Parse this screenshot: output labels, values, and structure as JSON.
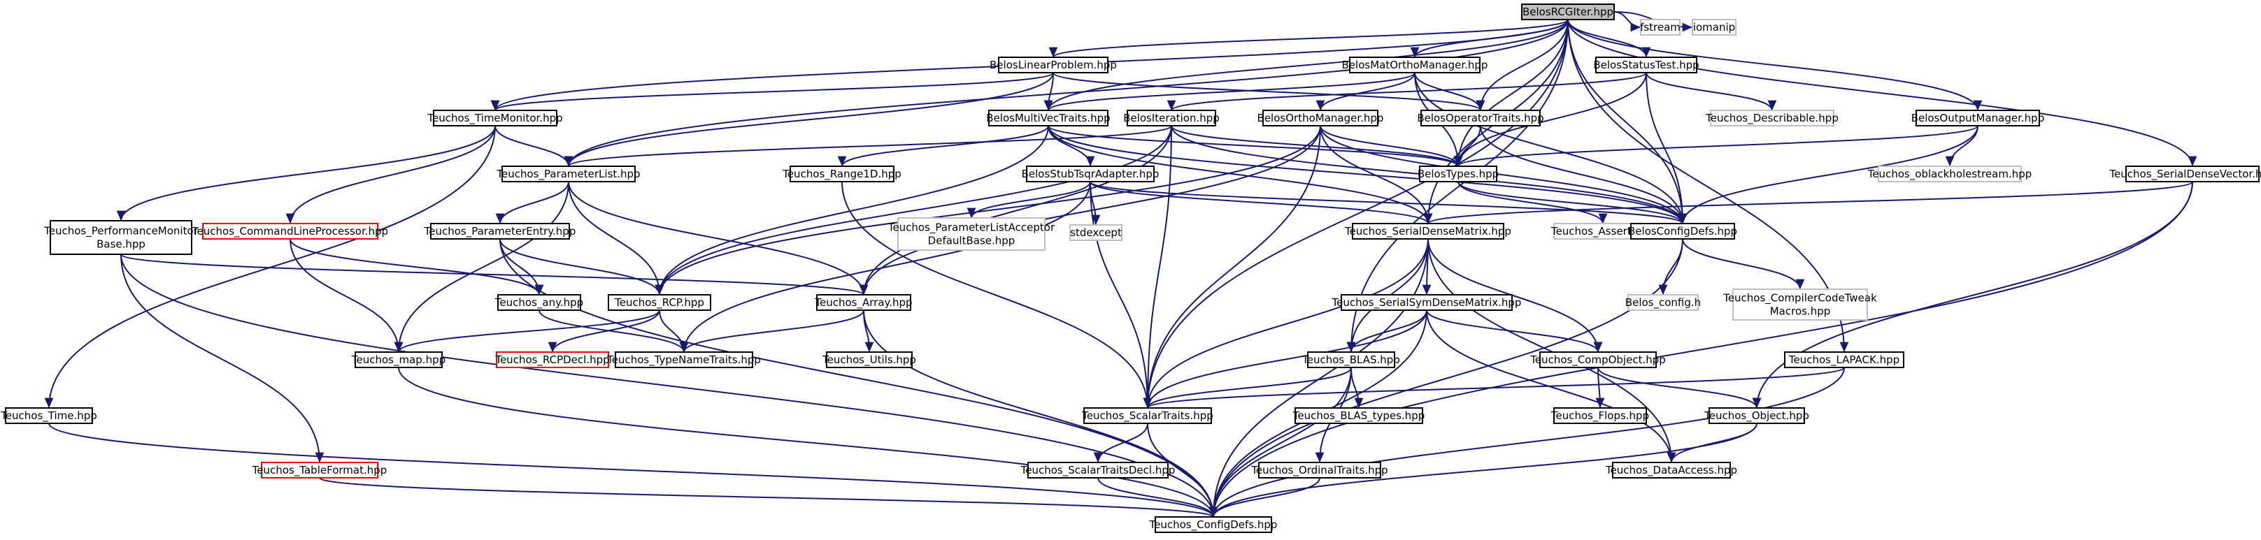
{
  "graph": {
    "title": "",
    "root": "BelosRCGIter.hpp",
    "colors": {
      "edge": "#191970",
      "node_border": "#000000",
      "node_fill": "#ffffff",
      "root_fill": "#bfbfbf",
      "external_border": "#bfbfbf",
      "missing_border": "#ff0000",
      "text": "#000000"
    },
    "nodes": [
      {
        "id": "root",
        "lines": [
          "BelosRCGIter.hpp"
        ],
        "kind": "root"
      },
      {
        "id": "fstream",
        "lines": [
          "fstream"
        ],
        "kind": "external"
      },
      {
        "id": "iomanip",
        "lines": [
          "iomanip"
        ],
        "kind": "external"
      },
      {
        "id": "linprob",
        "lines": [
          "BelosLinearProblem.hpp"
        ],
        "kind": "normal"
      },
      {
        "id": "matortho",
        "lines": [
          "BelosMatOrthoManager.hpp"
        ],
        "kind": "normal"
      },
      {
        "id": "statustest",
        "lines": [
          "BelosStatusTest.hpp"
        ],
        "kind": "normal"
      },
      {
        "id": "timemon",
        "lines": [
          "Teuchos_TimeMonitor.hpp"
        ],
        "kind": "normal"
      },
      {
        "id": "multivec",
        "lines": [
          "BelosMultiVecTraits.hpp"
        ],
        "kind": "normal"
      },
      {
        "id": "iteration",
        "lines": [
          "BelosIteration.hpp"
        ],
        "kind": "normal"
      },
      {
        "id": "orthomgr",
        "lines": [
          "BelosOrthoManager.hpp"
        ],
        "kind": "normal"
      },
      {
        "id": "optraits",
        "lines": [
          "BelosOperatorTraits.hpp"
        ],
        "kind": "normal"
      },
      {
        "id": "describable",
        "lines": [
          "Teuchos_Describable.hpp"
        ],
        "kind": "external"
      },
      {
        "id": "outmgr",
        "lines": [
          "BelosOutputManager.hpp"
        ],
        "kind": "normal"
      },
      {
        "id": "paramlist",
        "lines": [
          "Teuchos_ParameterList.hpp"
        ],
        "kind": "normal"
      },
      {
        "id": "range1d",
        "lines": [
          "Teuchos_Range1D.hpp"
        ],
        "kind": "normal"
      },
      {
        "id": "stubtsqr",
        "lines": [
          "BelosStubTsqrAdapter.hpp"
        ],
        "kind": "normal"
      },
      {
        "id": "belostypes",
        "lines": [
          "BelosTypes.hpp"
        ],
        "kind": "normal"
      },
      {
        "id": "oblackhole",
        "lines": [
          "Teuchos_oblackholestream.hpp"
        ],
        "kind": "external"
      },
      {
        "id": "serialdensevec",
        "lines": [
          "Teuchos_SerialDenseVector.hpp"
        ],
        "kind": "normal"
      },
      {
        "id": "perfmon",
        "lines": [
          "Teuchos_PerformanceMonitor",
          "Base.hpp"
        ],
        "kind": "normal"
      },
      {
        "id": "cmdline",
        "lines": [
          "Teuchos_CommandLineProcessor.hpp"
        ],
        "kind": "missing"
      },
      {
        "id": "paramentry",
        "lines": [
          "Teuchos_ParameterEntry.hpp"
        ],
        "kind": "normal"
      },
      {
        "id": "plvalidator",
        "lines": [
          "Teuchos_ParameterListAcceptor",
          "DefaultBase.hpp"
        ],
        "kind": "external"
      },
      {
        "id": "stdexcept",
        "lines": [
          "stdexcept"
        ],
        "kind": "external"
      },
      {
        "id": "serialdensemat",
        "lines": [
          "Teuchos_SerialDenseMatrix.hpp"
        ],
        "kind": "normal"
      },
      {
        "id": "assert",
        "lines": [
          "Teuchos_Assert.hpp"
        ],
        "kind": "external"
      },
      {
        "id": "configdefs",
        "lines": [
          "BelosConfigDefs.hpp"
        ],
        "kind": "normal"
      },
      {
        "id": "any",
        "lines": [
          "Teuchos_any.hpp"
        ],
        "kind": "normal"
      },
      {
        "id": "rcp",
        "lines": [
          "Teuchos_RCP.hpp"
        ],
        "kind": "normal"
      },
      {
        "id": "array",
        "lines": [
          "Teuchos_Array.hpp"
        ],
        "kind": "normal"
      },
      {
        "id": "symdense",
        "lines": [
          "Teuchos_SerialSymDenseMatrix.hpp"
        ],
        "kind": "normal"
      },
      {
        "id": "belosconfig",
        "lines": [
          "Belos_config.h"
        ],
        "kind": "external"
      },
      {
        "id": "tweak",
        "lines": [
          "Teuchos_CompilerCodeTweak",
          "Macros.hpp"
        ],
        "kind": "external"
      },
      {
        "id": "map",
        "lines": [
          "Teuchos_map.hpp"
        ],
        "kind": "normal"
      },
      {
        "id": "rcpdecl",
        "lines": [
          "Teuchos_RCPDecl.hpp"
        ],
        "kind": "missing"
      },
      {
        "id": "typename",
        "lines": [
          "Teuchos_TypeNameTraits.hpp"
        ],
        "kind": "normal"
      },
      {
        "id": "utils",
        "lines": [
          "Teuchos_Utils.hpp"
        ],
        "kind": "normal"
      },
      {
        "id": "blas",
        "lines": [
          "Teuchos_BLAS.hpp"
        ],
        "kind": "normal"
      },
      {
        "id": "compobj",
        "lines": [
          "Teuchos_CompObject.hpp"
        ],
        "kind": "normal"
      },
      {
        "id": "lapack",
        "lines": [
          "Teuchos_LAPACK.hpp"
        ],
        "kind": "normal"
      },
      {
        "id": "time",
        "lines": [
          "Teuchos_Time.hpp"
        ],
        "kind": "normal"
      },
      {
        "id": "scalartraits",
        "lines": [
          "Teuchos_ScalarTraits.hpp"
        ],
        "kind": "normal"
      },
      {
        "id": "blastypes",
        "lines": [
          "Teuchos_BLAS_types.hpp"
        ],
        "kind": "normal"
      },
      {
        "id": "flops",
        "lines": [
          "Teuchos_Flops.hpp"
        ],
        "kind": "normal"
      },
      {
        "id": "object",
        "lines": [
          "Teuchos_Object.hpp"
        ],
        "kind": "normal"
      },
      {
        "id": "tableformat",
        "lines": [
          "Teuchos_TableFormat.hpp"
        ],
        "kind": "missing"
      },
      {
        "id": "scalardecl",
        "lines": [
          "Teuchos_ScalarTraitsDecl.hpp"
        ],
        "kind": "normal"
      },
      {
        "id": "ordinal",
        "lines": [
          "Teuchos_OrdinalTraits.hpp"
        ],
        "kind": "normal"
      },
      {
        "id": "dataaccess",
        "lines": [
          "Teuchos_DataAccess.hpp"
        ],
        "kind": "normal"
      },
      {
        "id": "teuchosconfig",
        "lines": [
          "Teuchos_ConfigDefs.hpp"
        ],
        "kind": "normal"
      }
    ],
    "edges": [
      [
        "root",
        "fstream"
      ],
      [
        "root",
        "iomanip"
      ],
      [
        "root",
        "linprob"
      ],
      [
        "root",
        "matortho"
      ],
      [
        "root",
        "statustest"
      ],
      [
        "root",
        "timemon"
      ],
      [
        "root",
        "multivec"
      ],
      [
        "root",
        "optraits"
      ],
      [
        "root",
        "outmgr"
      ],
      [
        "root",
        "paramlist"
      ],
      [
        "root",
        "belostypes"
      ],
      [
        "root",
        "serialdensevec"
      ],
      [
        "root",
        "configdefs"
      ],
      [
        "root",
        "scalartraits"
      ],
      [
        "root",
        "blas"
      ],
      [
        "root",
        "lapack"
      ],
      [
        "root",
        "serialdensemat"
      ],
      [
        "linprob",
        "multivec"
      ],
      [
        "linprob",
        "optraits"
      ],
      [
        "linprob",
        "timemon"
      ],
      [
        "linprob",
        "paramlist"
      ],
      [
        "matortho",
        "orthomgr"
      ],
      [
        "matortho",
        "optraits"
      ],
      [
        "matortho",
        "multivec"
      ],
      [
        "matortho",
        "belostypes"
      ],
      [
        "matortho",
        "configdefs"
      ],
      [
        "statustest",
        "iteration"
      ],
      [
        "statustest",
        "describable"
      ],
      [
        "statustest",
        "belostypes"
      ],
      [
        "statustest",
        "configdefs"
      ],
      [
        "timemon",
        "paramlist"
      ],
      [
        "timemon",
        "perfmon"
      ],
      [
        "timemon",
        "cmdline"
      ],
      [
        "timemon",
        "time"
      ],
      [
        "multivec",
        "belostypes"
      ],
      [
        "multivec",
        "configdefs"
      ],
      [
        "multivec",
        "range1d"
      ],
      [
        "multivec",
        "stubtsqr"
      ],
      [
        "multivec",
        "rcp"
      ],
      [
        "multivec",
        "serialdensemat"
      ],
      [
        "iteration",
        "belostypes"
      ],
      [
        "iteration",
        "configdefs"
      ],
      [
        "iteration",
        "paramlist"
      ],
      [
        "iteration",
        "rcp"
      ],
      [
        "iteration",
        "array"
      ],
      [
        "iteration",
        "scalartraits"
      ],
      [
        "orthomgr",
        "belostypes"
      ],
      [
        "orthomgr",
        "configdefs"
      ],
      [
        "orthomgr",
        "serialdensemat"
      ],
      [
        "orthomgr",
        "rcp"
      ],
      [
        "orthomgr",
        "array"
      ],
      [
        "orthomgr",
        "scalartraits"
      ],
      [
        "optraits",
        "belostypes"
      ],
      [
        "optraits",
        "configdefs"
      ],
      [
        "outmgr",
        "belostypes"
      ],
      [
        "outmgr",
        "oblackhole"
      ],
      [
        "outmgr",
        "configdefs"
      ],
      [
        "serialdensevec",
        "serialdensemat"
      ],
      [
        "serialdensevec",
        "object"
      ],
      [
        "serialdensevec",
        "teuchosconfig"
      ],
      [
        "paramlist",
        "paramentry"
      ],
      [
        "paramlist",
        "rcp"
      ],
      [
        "paramlist",
        "array"
      ],
      [
        "paramlist",
        "map"
      ],
      [
        "range1d",
        "scalartraits"
      ],
      [
        "stubtsqr",
        "plvalidator"
      ],
      [
        "stubtsqr",
        "stdexcept"
      ],
      [
        "stubtsqr",
        "serialdensemat"
      ],
      [
        "stubtsqr",
        "configdefs"
      ],
      [
        "stubtsqr",
        "scalartraits"
      ],
      [
        "stubtsqr",
        "typename"
      ],
      [
        "belostypes",
        "assert"
      ],
      [
        "belostypes",
        "configdefs"
      ],
      [
        "configdefs",
        "belosconfig"
      ],
      [
        "configdefs",
        "tweak"
      ],
      [
        "configdefs",
        "teuchosconfig"
      ],
      [
        "perfmon",
        "array"
      ],
      [
        "perfmon",
        "tableformat"
      ],
      [
        "perfmon",
        "teuchosconfig"
      ],
      [
        "cmdline",
        "any"
      ],
      [
        "cmdline",
        "map"
      ],
      [
        "paramentry",
        "any"
      ],
      [
        "paramentry",
        "rcp"
      ],
      [
        "paramentry",
        "teuchosconfig"
      ],
      [
        "serialdensemat",
        "symdense"
      ],
      [
        "serialdensemat",
        "blas"
      ],
      [
        "serialdensemat",
        "compobj"
      ],
      [
        "serialdensemat",
        "dataaccess"
      ],
      [
        "serialdensemat",
        "scalartraits"
      ],
      [
        "serialdensemat",
        "teuchosconfig"
      ],
      [
        "any",
        "typename"
      ],
      [
        "rcp",
        "rcpdecl"
      ],
      [
        "rcp",
        "typename"
      ],
      [
        "rcp",
        "map"
      ],
      [
        "array",
        "utils"
      ],
      [
        "array",
        "typename"
      ],
      [
        "array",
        "teuchosconfig"
      ],
      [
        "symdense",
        "blas"
      ],
      [
        "symdense",
        "compobj"
      ],
      [
        "symdense",
        "dataaccess"
      ],
      [
        "symdense",
        "scalartraits"
      ],
      [
        "symdense",
        "teuchosconfig"
      ],
      [
        "map",
        "teuchosconfig"
      ],
      [
        "blas",
        "blastypes"
      ],
      [
        "blas",
        "ordinal"
      ],
      [
        "blas",
        "scalartraits"
      ],
      [
        "blas",
        "teuchosconfig"
      ],
      [
        "compobj",
        "flops"
      ],
      [
        "compobj",
        "object"
      ],
      [
        "lapack",
        "scalartraits"
      ],
      [
        "lapack",
        "teuchosconfig"
      ],
      [
        "time",
        "teuchosconfig"
      ],
      [
        "scalartraits",
        "scalardecl"
      ],
      [
        "scalartraits",
        "teuchosconfig"
      ],
      [
        "object",
        "dataaccess"
      ],
      [
        "object",
        "teuchosconfig"
      ],
      [
        "tableformat",
        "teuchosconfig"
      ],
      [
        "scalardecl",
        "teuchosconfig"
      ],
      [
        "ordinal",
        "teuchosconfig"
      ]
    ]
  }
}
